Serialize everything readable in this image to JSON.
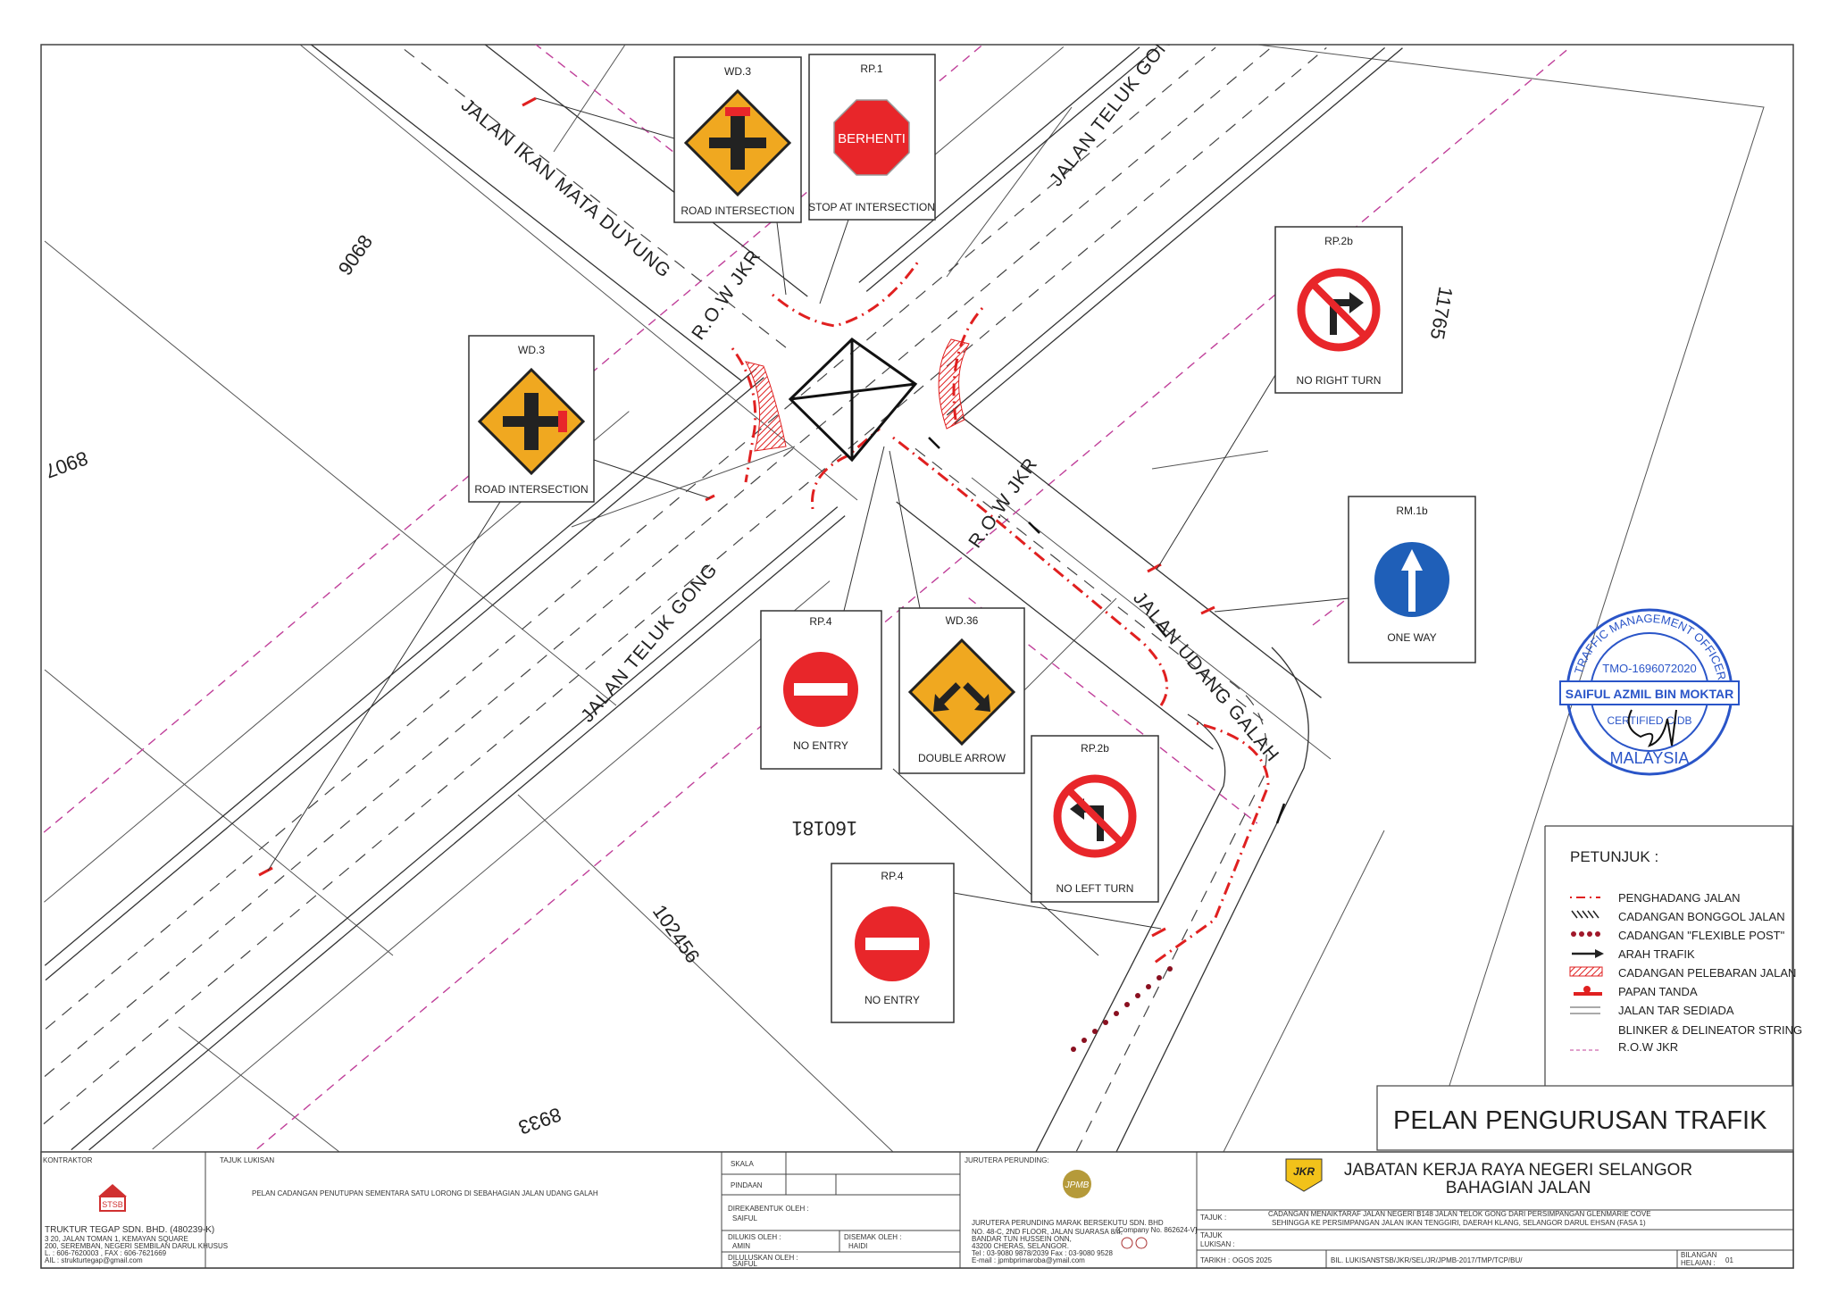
{
  "signs": [
    {
      "code": "WD.3",
      "caption": "ROAD INTERSECTION",
      "icon": "crossroad-warning-icon"
    },
    {
      "code": "RP.1",
      "caption": "STOP AT INTERSECTION",
      "icon": "stop-sign-icon",
      "glyph_text": "BERHENTI"
    },
    {
      "code": "WD.3",
      "caption": "ROAD INTERSECTION",
      "icon": "crossroad-warning-icon"
    },
    {
      "code": "RP.2b",
      "caption": "NO RIGHT TURN",
      "icon": "no-right-turn-icon"
    },
    {
      "code": "RM.1b",
      "caption": "ONE WAY",
      "icon": "one-way-arrow-icon"
    },
    {
      "code": "RP.4",
      "caption": "NO ENTRY",
      "icon": "no-entry-icon"
    },
    {
      "code": "WD.36",
      "caption": "DOUBLE ARROW",
      "icon": "double-arrow-warning-icon"
    },
    {
      "code": "RP.2b",
      "caption": "NO LEFT TURN",
      "icon": "no-left-turn-icon"
    },
    {
      "code": "RP.4",
      "caption": "NO ENTRY",
      "icon": "no-entry-icon"
    }
  ],
  "roads": {
    "ikan_mata_duyung": "JALAN IKAN MATA DUYUNG",
    "teluk_gong_top": "JALAN TELUK GONG",
    "teluk_gong_bottom": "JALAN TELUK GONG",
    "udang_galah": "JALAN UDANG GALAH",
    "row_1": "R.O.W JKR",
    "row_2": "R.O.W JKR"
  },
  "lots": [
    "9068",
    "11765",
    "8907",
    "160181",
    "102456",
    "8933"
  ],
  "legend": {
    "title": "PETUNJUK :",
    "items": [
      {
        "label": "PENGHADANG JALAN",
        "symbol": "red-barrier"
      },
      {
        "label": "CADANGAN BONGGOL JALAN",
        "symbol": "hatch"
      },
      {
        "label": "CADANGAN \"FLEXIBLE POST\"",
        "symbol": "red-dots"
      },
      {
        "label": "ARAH TRAFIK",
        "symbol": "arrow"
      },
      {
        "label": "CADANGAN PELEBARAN JALAN",
        "symbol": "red-hatch-fill"
      },
      {
        "label": "PAPAN TANDA",
        "symbol": "sign-post"
      },
      {
        "label": "JALAN TAR SEDIADA",
        "symbol": "double-line"
      },
      {
        "label": "BLINKER & DELINEATOR STRING",
        "symbol": "none"
      },
      {
        "label": "R.O.W JKR",
        "symbol": "magenta-dash"
      }
    ]
  },
  "plan_title": "PELAN PENGURUSAN TRAFIK",
  "stamp": {
    "top": "TRAFFIC MANAGEMENT OFFICER",
    "number": "TMO-1696072020",
    "name": "SAIFUL AZMIL BIN MOKTAR",
    "cert": "CERTIFIED CIDB",
    "bottom": "MALAYSIA",
    "color": "#2a55c8"
  },
  "title_block": {
    "contractor_label": "KONTRAKTOR",
    "contractor_logo": "STSB",
    "contractor_name": "TRUKTUR TEGAP SDN. BHD. (480239-K)",
    "contractor_addr": [
      "3 20, JALAN TOMAN 1, KEMAYAN SQUARE",
      "200, SEREMBAN, NEGERI SEMBILAN DARUL KHUSUS",
      "L. : 606-7620003 , FAX : 606-7621669",
      "AIL : strukturtegap@gmail.com"
    ],
    "drawing_title_label": "TAJUK LUKISAN",
    "drawing_title": "PELAN CADANGAN PENUTUPAN SEMENTARA SATU LORONG DI SEBAHAGIAN JALAN UDANG GALAH",
    "skala_label": "SKALA",
    "pindaan_label": "PINDAAN",
    "designed_label": "DIREKABENTUK OLEH :",
    "designed_by": "SAIFUL",
    "drawn_label": "DILUKIS OLEH :",
    "drawn_by": "AMIN",
    "checked_label": "DISEMAK OLEH :",
    "checked_by": "HAIDI",
    "approved_label": "DILULUSKAN OLEH :",
    "approved_by": "SAIFUL",
    "consultant_label": "JURUTERA PERUNDING:",
    "consultant_logo": "JPMB",
    "consultant_name": "JURUTERA PERUNDING MARAK BERSEKUTU SDN. BHD",
    "consultant_addr": [
      "NO. 48-C, 2ND FLOOR, JALAN SUARASA 8/4,",
      "BANDAR TUN HUSSEIN ONN,",
      "43200 CHERAS, SELANGOR.",
      "Tel : 03-9080 9878/2039   Fax : 03-9080 9528",
      "E-mail : jpmbprimaroba@ymail.com"
    ],
    "company_no": "[Company No. 862624-V]",
    "agency_logo": "JKR",
    "agency_name": "JABATAN KERJA RAYA NEGERI SELANGOR",
    "agency_dept": "BAHAGIAN JALAN",
    "tajuk_label": "TAJUK :",
    "tajuk_line1": "CADANGAN MENAIKTARAF JALAN NEGERI B148 JALAN TELOK GONG DARI PERSIMPANGAN GLENMARIE COVE",
    "tajuk_line2": "SEHINGGA KE PERSIMPANGAN JALAN IKAN TENGGIRI, DAERAH KLANG, SELANGOR DARUL EHSAN (FASA 1)",
    "tajuk_lukisan_label1": "TAJUK",
    "tajuk_lukisan_label2": "LUKISAN :",
    "tarikh_label": "TARIKH :",
    "tarikh": "OGOS 2025",
    "bil_label": "BIL. LUKISAN :",
    "bil": "STSB/JKR/SEL/JR/JPMB-2017/TMP/TCP/BU/",
    "helaian_label1": "BILANGAN",
    "helaian_label2": "HELAIAN :",
    "helaian": "01"
  },
  "colors": {
    "barrier": "#e02020",
    "row": "#c0409a",
    "warning": "#f0a820",
    "sign_red": "#e8262a",
    "sign_blue": "#1f5fb8"
  }
}
